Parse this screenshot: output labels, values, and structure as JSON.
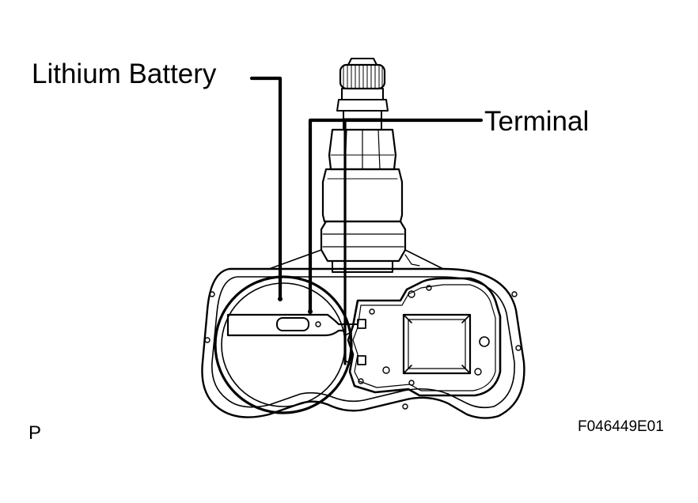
{
  "labels": {
    "battery": "Lithium Battery",
    "terminal": "Terminal",
    "corner": "P",
    "figure_code": "F046449E01"
  },
  "colors": {
    "ink": "#000000",
    "paper": "#ffffff"
  }
}
